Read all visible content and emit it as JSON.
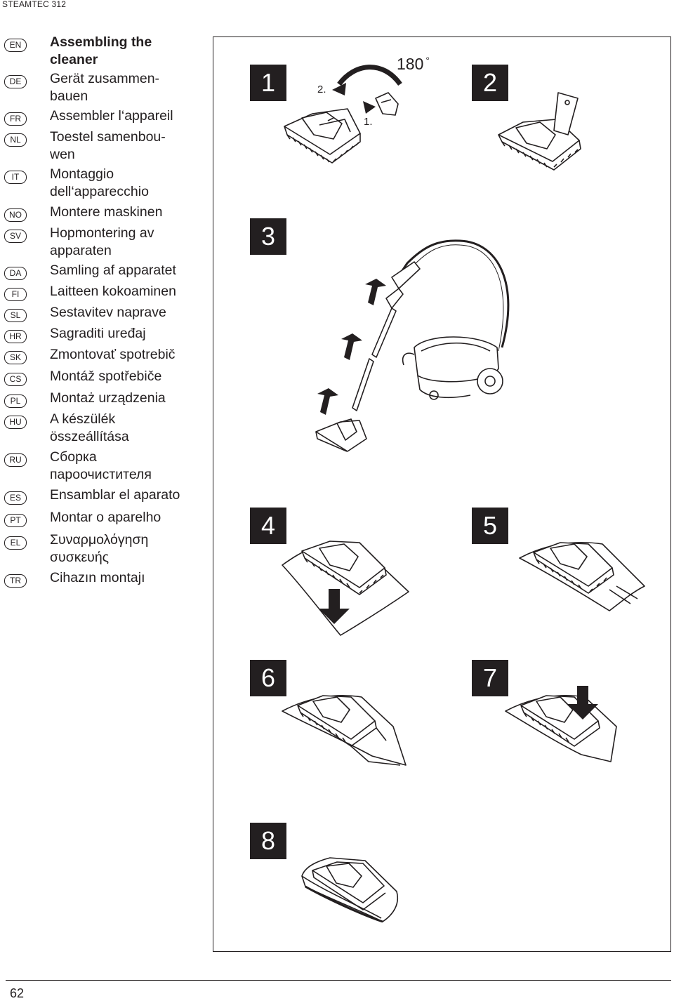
{
  "header": {
    "title": "STEAMTEC 312"
  },
  "languages": [
    {
      "code": "EN",
      "title": "Assembling the cleaner"
    },
    {
      "code": "DE",
      "title": "Gerät zusammen-bauen"
    },
    {
      "code": "FR",
      "title": "Assembler l‘appareil"
    },
    {
      "code": "NL",
      "title": "Toestel samenbou-wen"
    },
    {
      "code": "IT",
      "title": "Montaggio dell‘apparecchio"
    },
    {
      "code": "NO",
      "title": "Montere maskinen"
    },
    {
      "code": "SV",
      "title": "Hopmontering av apparaten"
    },
    {
      "code": "DA",
      "title": "Samling af apparatet"
    },
    {
      "code": "FI",
      "title": "Laitteen kokoaminen"
    },
    {
      "code": "SL",
      "title": "Sestavitev naprave"
    },
    {
      "code": "HR",
      "title": "Sagraditi uređaj"
    },
    {
      "code": "SK",
      "title": "Zmontovať spotrebič"
    },
    {
      "code": "CS",
      "title": "Montáž spotřebiče"
    },
    {
      "code": "PL",
      "title": "Montaż urządzenia"
    },
    {
      "code": "HU",
      "title": "A készülék összeállítása"
    },
    {
      "code": "RU",
      "title": "Сборка пароочистителя"
    },
    {
      "code": "ES",
      "title": "Ensamblar el aparato"
    },
    {
      "code": "PT",
      "title": "Montar o aparelho"
    },
    {
      "code": "EL",
      "title": "Συναρμολόγηση συσκευής"
    },
    {
      "code": "TR",
      "title": "Cihazın montajı"
    }
  ],
  "steps": [
    "1",
    "2",
    "3",
    "4",
    "5",
    "6",
    "7",
    "8"
  ],
  "step1": {
    "rotation_label": "180",
    "label_first": "1.",
    "label_second": "2."
  },
  "footer": {
    "page_number": "62"
  }
}
